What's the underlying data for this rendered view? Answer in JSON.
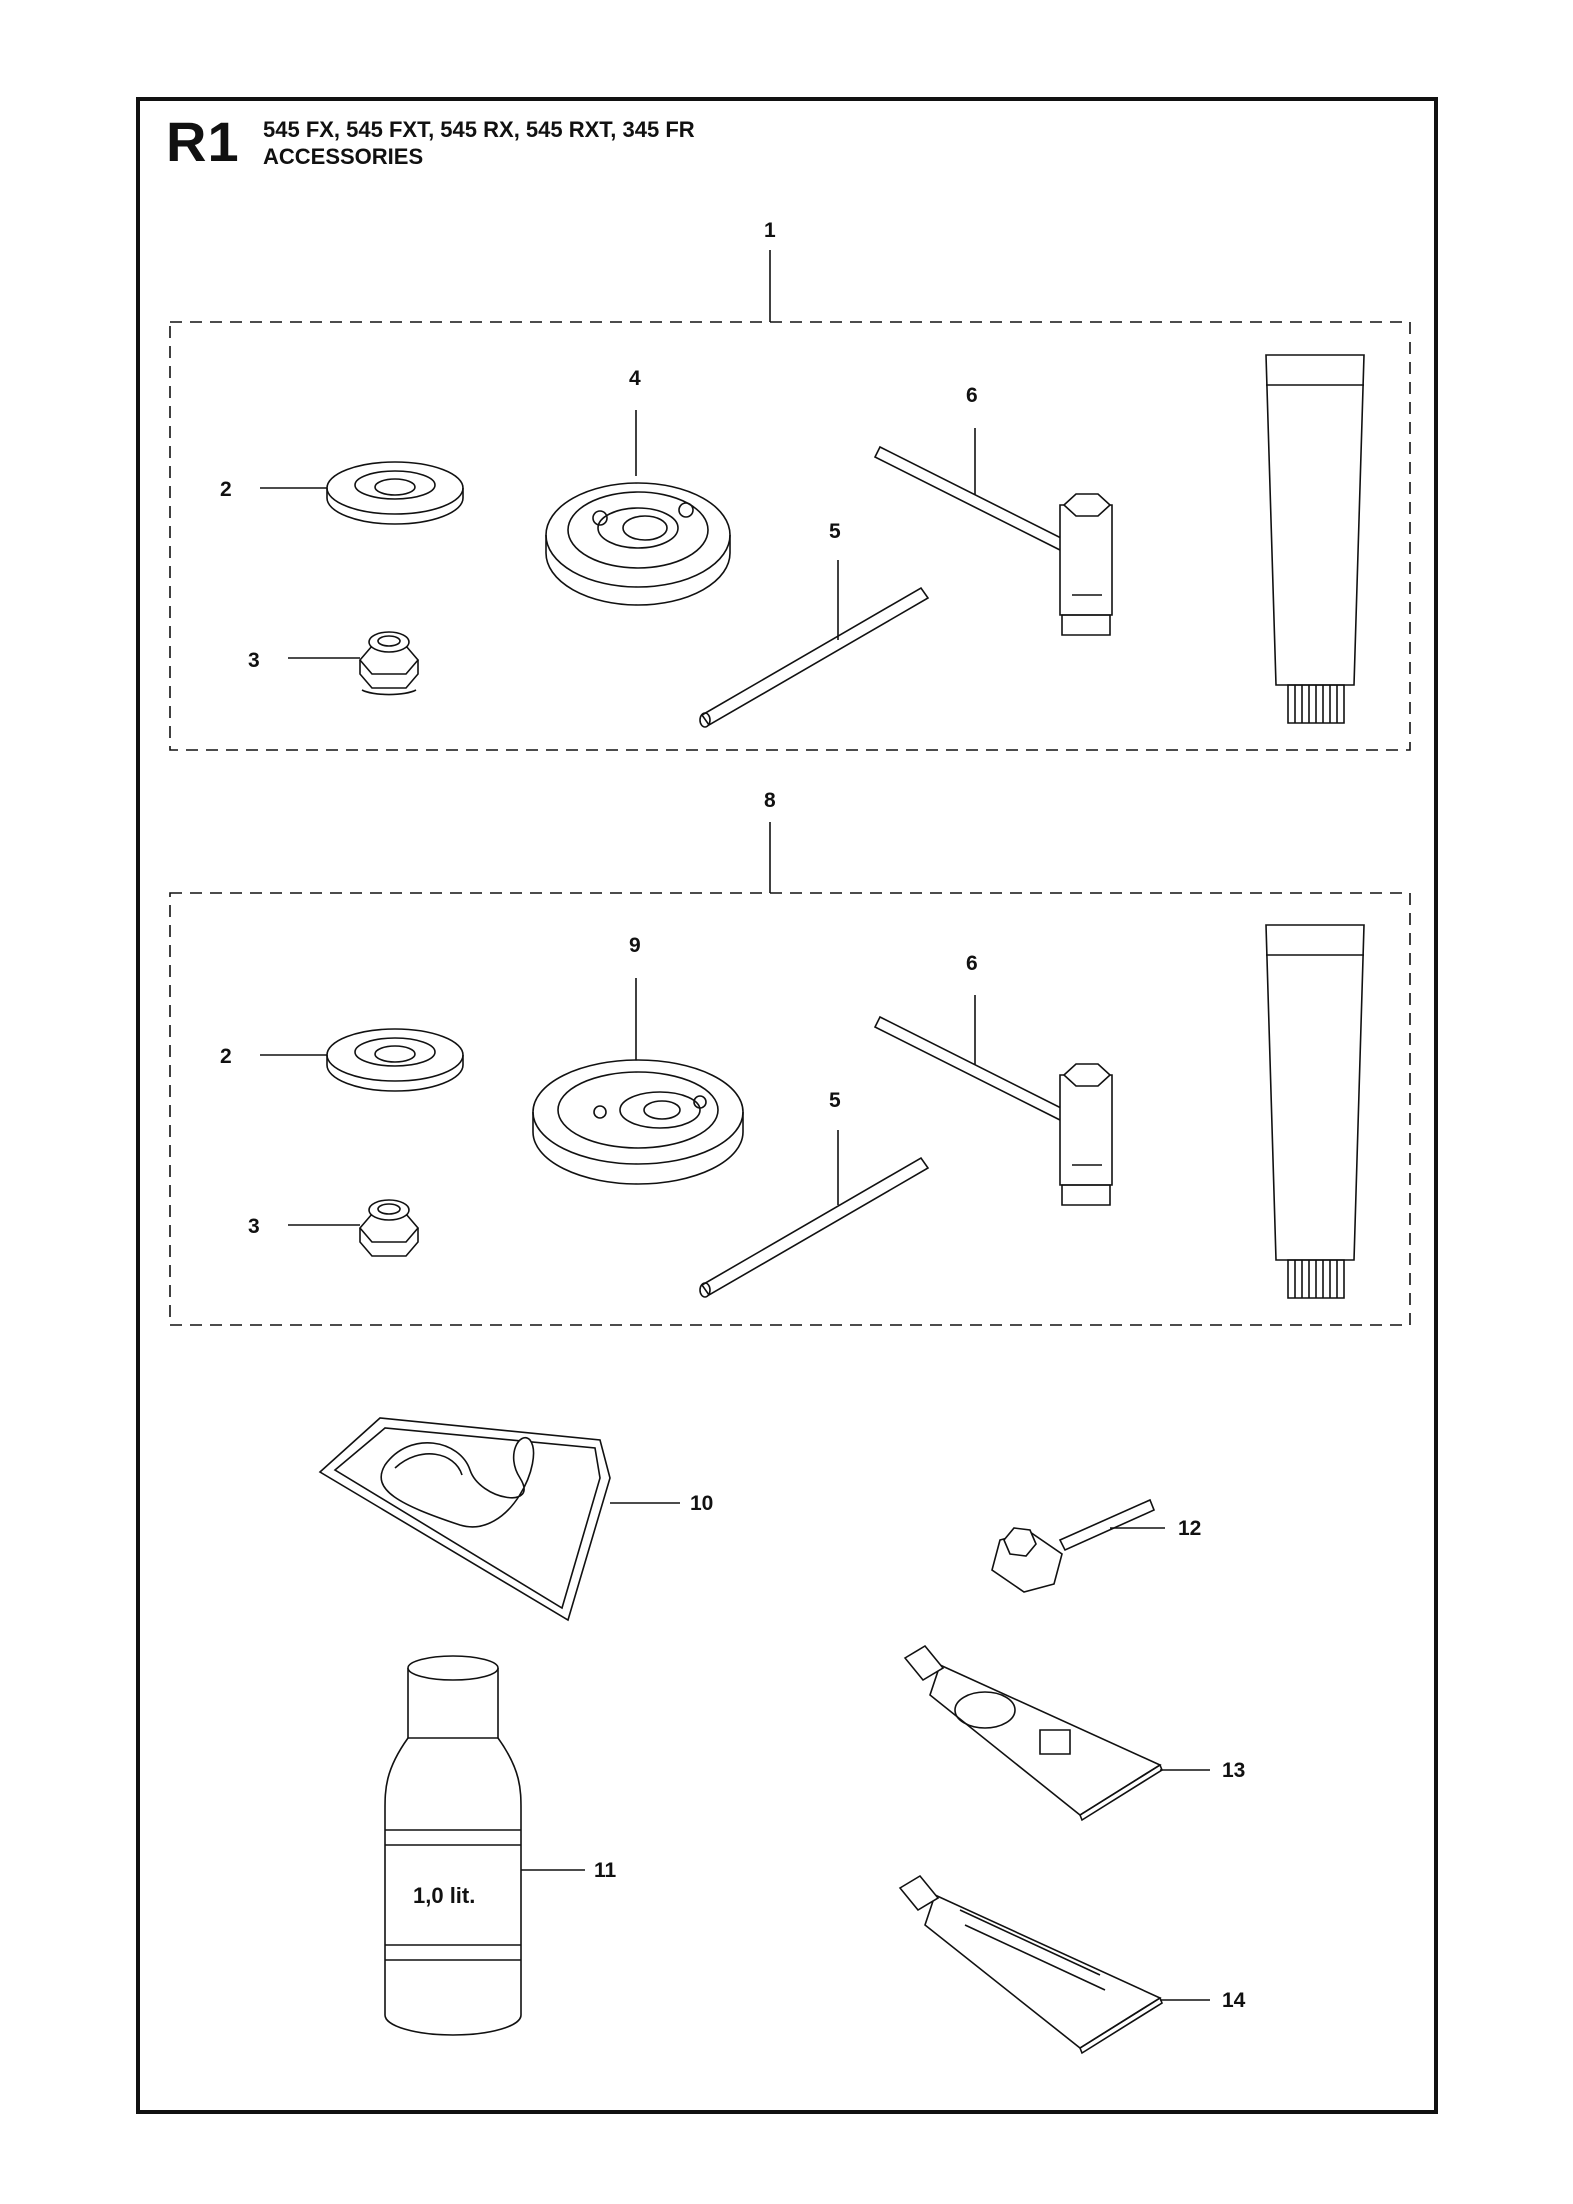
{
  "header": {
    "page_code": "R1",
    "models": "545 FX, 545 FXT, 545 RX, 545 RXT, 345 FR",
    "section": "ACCESSORIES"
  },
  "callouts": {
    "c1": "1",
    "c2a": "2",
    "c3a": "3",
    "c4": "4",
    "c5a": "5",
    "c6a": "6",
    "c8": "8",
    "c2b": "2",
    "c3b": "3",
    "c9": "9",
    "c5b": "5",
    "c6b": "6",
    "c10": "10",
    "c11": "11",
    "c12": "12",
    "c13": "13",
    "c14": "14"
  },
  "bottle_label": "1,0 lit."
}
